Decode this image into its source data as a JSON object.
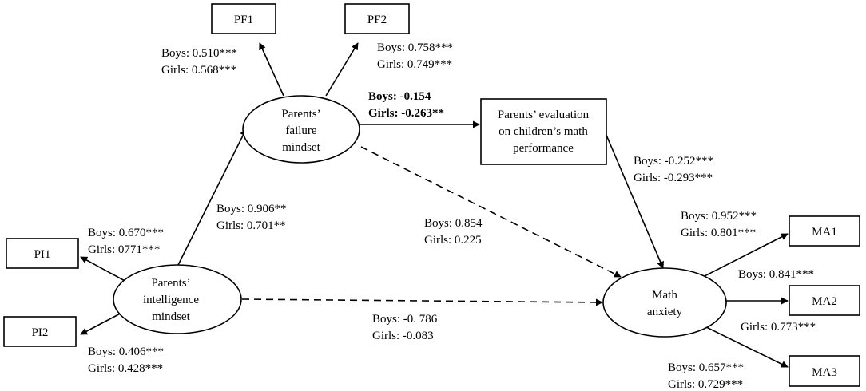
{
  "nodes": {
    "pf1": "PF1",
    "pf2": "PF2",
    "pi1": "PI1",
    "pi2": "PI2",
    "ma1": "MA1",
    "ma2": "MA2",
    "ma3": "MA3",
    "failure": [
      "Parents’",
      "failure",
      "mindset"
    ],
    "intelligence": [
      "Parents’",
      "intelligence",
      "mindset"
    ],
    "evaluation": [
      "Parents’ evaluation",
      "on children’s math",
      "performance"
    ],
    "anxiety": [
      "Math",
      "anxiety"
    ]
  },
  "paths": {
    "pf1": [
      "Boys: 0.510***",
      "Girls: 0.568***"
    ],
    "pf2": [
      "Boys: 0.758***",
      "Girls: 0.749***"
    ],
    "fail_eval": [
      "Boys: -0.154",
      "Girls: -0.263**"
    ],
    "eval_anx": [
      "Boys: -0.252***",
      "Girls: -0.293***"
    ],
    "int_fail": [
      "Boys: 0.906**",
      "Girls: 0.701**"
    ],
    "fail_anx": [
      "Boys: 0.854",
      "Girls: 0.225"
    ],
    "pi1": [
      "Boys: 0.670***",
      "Girls: 0771***"
    ],
    "pi2": [
      "Boys: 0.406***",
      "Girls: 0.428***"
    ],
    "int_anx": [
      "Boys: -0. 786",
      "Girls: -0.083"
    ],
    "ma1": [
      "Boys: 0.952***",
      "Girls: 0.801***"
    ],
    "ma2": "Boys: 0.841***",
    "ma2_girls": "Girls: 0.773***",
    "ma3": [
      "Boys: 0.657***",
      "Girls: 0.729***"
    ]
  }
}
